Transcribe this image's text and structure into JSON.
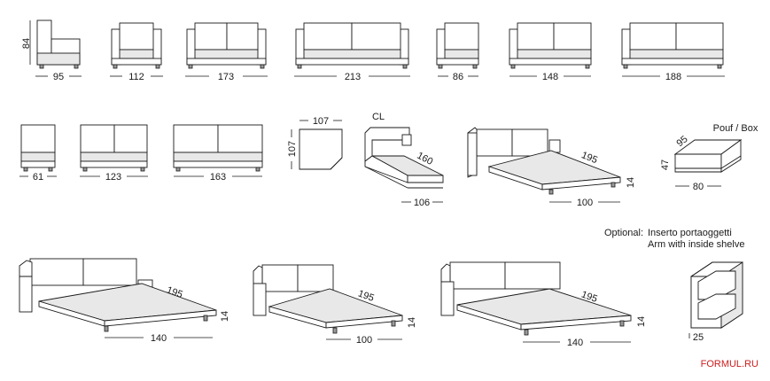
{
  "row1": {
    "dims": [
      "95",
      "112",
      "173",
      "213",
      "86",
      "148",
      "188"
    ],
    "height": "84"
  },
  "row2": {
    "dims": [
      "61",
      "123",
      "163"
    ],
    "corner": {
      "width": "107",
      "depth": "107"
    },
    "chaise": {
      "label": "CL",
      "length": "160",
      "width": "106"
    },
    "bed_small": {
      "length": "195",
      "width": "100",
      "height": "14"
    },
    "pouf": {
      "label": "Pouf / Box",
      "length": "95",
      "height": "47",
      "width": "80"
    }
  },
  "row3": {
    "optional_label": "Optional:",
    "optional_lines": [
      "Inserto portaoggetti",
      "Arm with inside shelve"
    ],
    "shelf_dim": "25",
    "beds": [
      {
        "length": "195",
        "width": "140",
        "height": "14"
      },
      {
        "length": "195",
        "width": "100",
        "height": "14"
      },
      {
        "length": "195",
        "width": "140",
        "height": "14"
      }
    ]
  },
  "watermark": "FORMUL.RU",
  "colors": {
    "line": "#1a1a1a",
    "fill": "#e8e8e8",
    "watermark": "#cc1f1f"
  }
}
